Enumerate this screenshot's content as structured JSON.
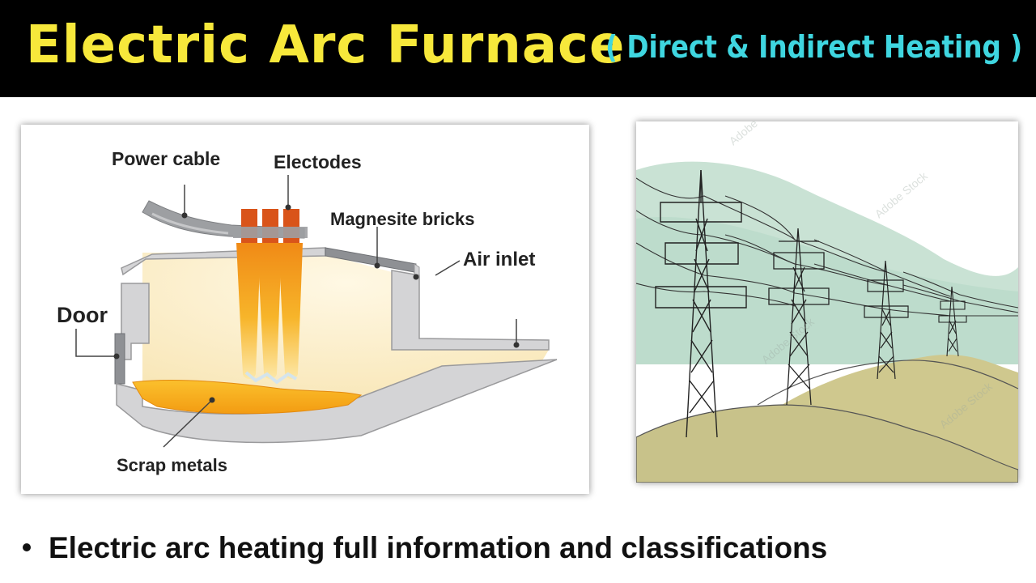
{
  "header": {
    "title": "Electric Arc Furnace",
    "subtitle": "( Direct & Indirect Heating )",
    "title_color": "#f7e83b",
    "subtitle_color": "#3fd6e0",
    "background": "#000000"
  },
  "furnace_diagram": {
    "labels": {
      "power_cable": "Power cable",
      "electrodes": "Electodes",
      "magnesite_bricks": "Magnesite bricks",
      "air_inlet": "Air inlet",
      "door": "Door",
      "scrap_metals": "Scrap metals"
    },
    "colors": {
      "shell": "#d4d4d6",
      "interior": "#fbf1cf",
      "electrode": "#f4a21c",
      "molten_metal": "#f9b21a",
      "cable": "#9d9fa2"
    }
  },
  "power_lines_image": {
    "watermark": "Adobe Stock",
    "colors": {
      "sky": "#c9e2d4",
      "hills": "#c8c28a"
    }
  },
  "footer": {
    "bullet": "Electric arc heating full information and classifications"
  }
}
